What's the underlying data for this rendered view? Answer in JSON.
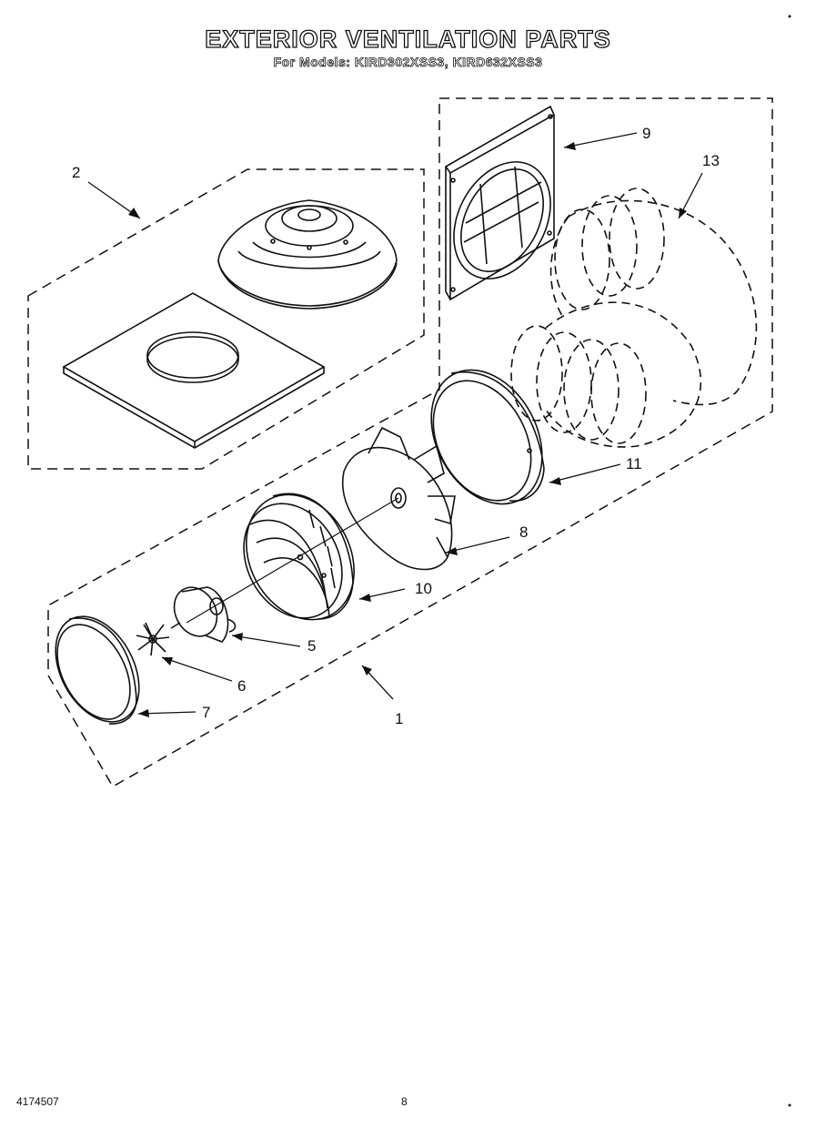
{
  "title": "EXTERIOR VENTILATION PARTS",
  "subtitle": "For Models: KIRD302XSS3, KIRD632XSS3",
  "callouts": {
    "c1": "1",
    "c2": "2",
    "c5": "5",
    "c6": "6",
    "c7": "7",
    "c8": "8",
    "c9": "9",
    "c10": "10",
    "c11": "11",
    "c13": "13"
  },
  "footer": {
    "doc_number": "4174507",
    "page_number": "8"
  },
  "colors": {
    "ink": "#111111",
    "paper": "#ffffff"
  }
}
